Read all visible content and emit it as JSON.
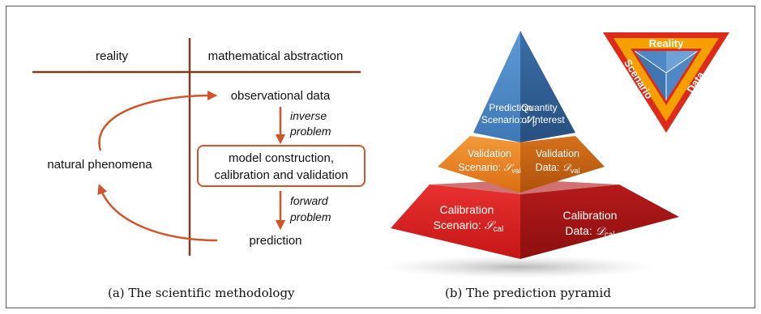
{
  "panel_a": {
    "col_left": "reality",
    "col_right": "mathematical abstraction",
    "observational_data": "observational data",
    "inverse_1": "inverse",
    "inverse_2": "problem",
    "model_line1": "model construction,",
    "model_line2": "calibration and validation",
    "natural_phenomena": "natural phenomena",
    "forward_1": "forward",
    "forward_2": "problem",
    "prediction": "prediction",
    "caption": "(a) The scientific methodology"
  },
  "panel_b": {
    "top_left_1": "Prediction",
    "top_left_2": "Scenario: ",
    "top_left_sym": "𝒮",
    "top_left_sub": "p",
    "top_right_1": "Quantity",
    "top_right_2": "of Interest",
    "mid_left_1": "Validation",
    "mid_left_2": "Scenario: ",
    "mid_left_sym": "𝒮",
    "mid_left_sub": "val",
    "mid_right_1": "Validation",
    "mid_right_2": "Data: ",
    "mid_right_sym": "𝒟",
    "mid_right_sub": "val",
    "bot_left_1": "Calibration",
    "bot_left_2": "Scenario: ",
    "bot_left_sym": "𝒮",
    "bot_left_sub": "cal",
    "bot_right_1": "Calibration",
    "bot_right_2": "Data: ",
    "bot_right_sym": "𝒟",
    "bot_right_sub": "cal",
    "tri_top": "Reality",
    "tri_left": "Scenario",
    "tri_right": "Data",
    "caption": "(b) The prediction pyramid"
  },
  "colors": {
    "divider": "#7a3d1f",
    "arrow": "#d2542a",
    "blue_light": "#4d88c4",
    "blue_dark": "#2e5f96",
    "orange_light": "#ec8123",
    "orange_dark": "#c55f0e",
    "red_light": "#d81f1f",
    "red_dark": "#a31414",
    "tri_red": "#dd2a1a",
    "tri_orange": "#f5a000"
  }
}
